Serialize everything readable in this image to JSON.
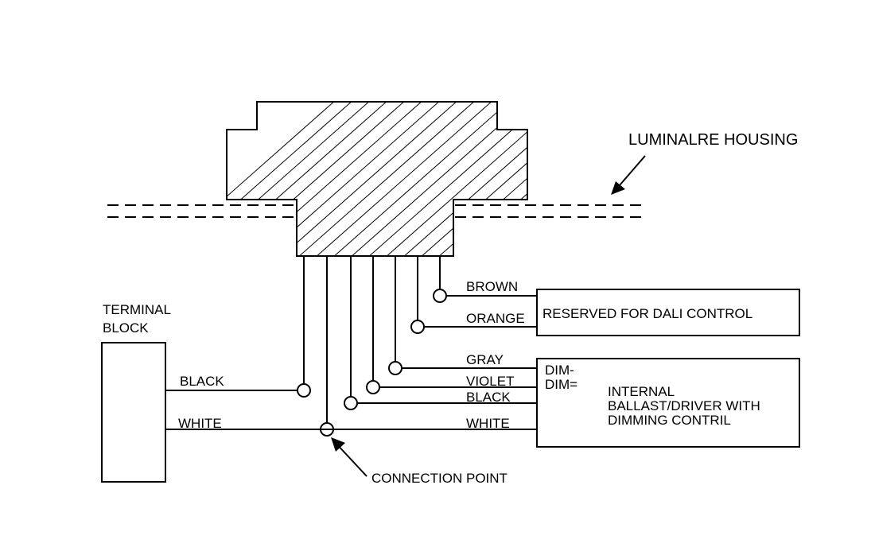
{
  "labels": {
    "housing": "LUMINALRE HOUSING",
    "terminal_block_line1": "TERMINAL",
    "terminal_block_line2": "BLOCK",
    "reserved_box": "RESERVED FOR DALI CONTROL",
    "ballast_line1": "INTERNAL",
    "ballast_line2": "BALLAST/DRIVER WITH",
    "ballast_line3": "DIMMING CONTRIL",
    "dim_minus": "DIM-",
    "dim_eq": "DIM=",
    "connection_point": "CONNECTION POINT"
  },
  "wires": {
    "brown": "BROWN",
    "orange": "ORANGE",
    "gray": "GRAY",
    "violet": "VIOLET",
    "black_ballast": "BLACK",
    "white_ballast": "WHITE",
    "black_terminal": "BLACK",
    "white_terminal": "WHITE"
  }
}
